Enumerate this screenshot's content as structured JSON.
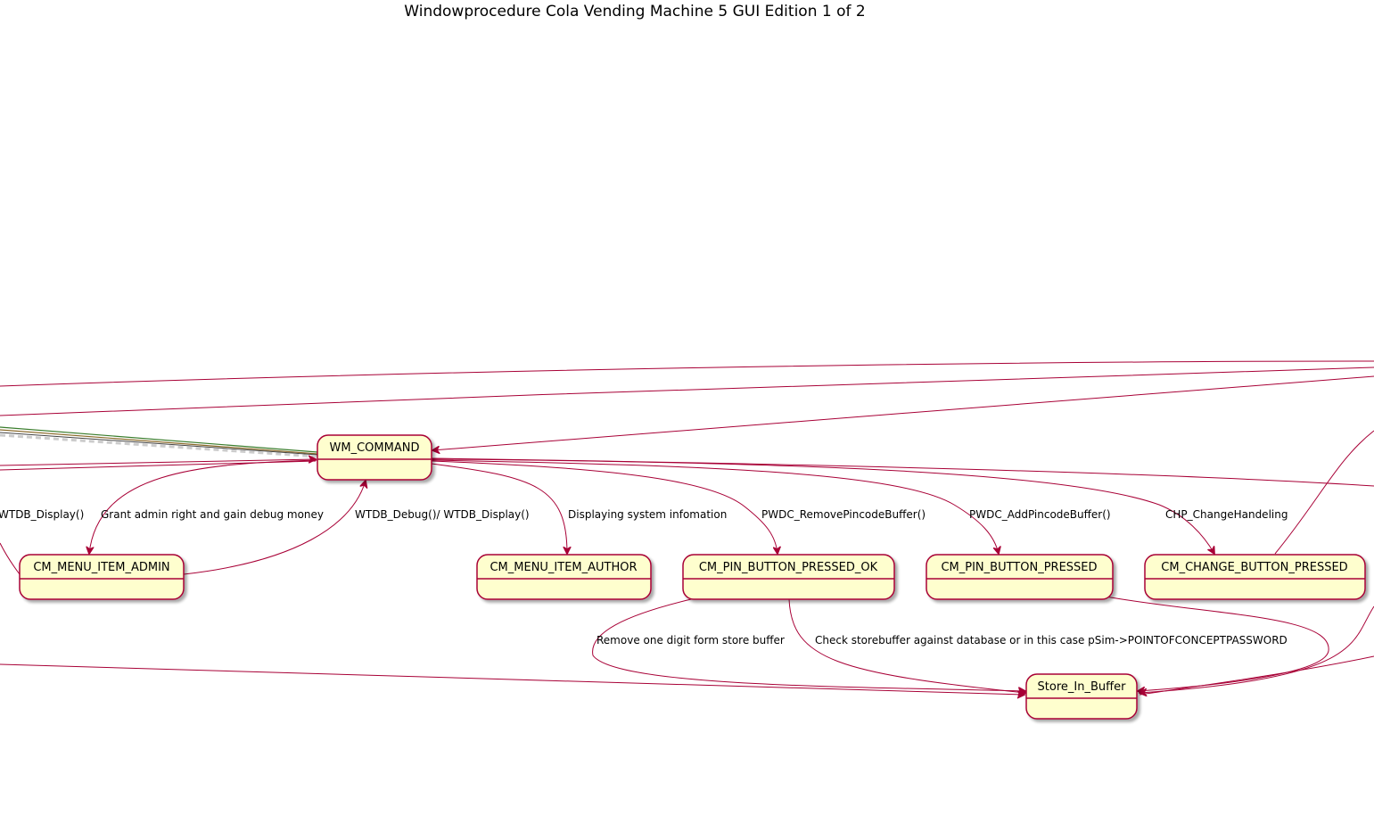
{
  "title": "Windowprocedure Cola Vending Machine 5 GUI Edition 1 of 2",
  "colors": {
    "state_fill": "#FEFECE",
    "state_border": "#A80036",
    "edge": "#A80036"
  },
  "states": {
    "wm_command": "WM_COMMAND",
    "cm_menu_item_admin": "CM_MENU_ITEM_ADMIN",
    "cm_menu_item_author": "CM_MENU_ITEM_AUTHOR",
    "cm_pin_button_pressed_ok": "CM_PIN_BUTTON_PRESSED_OK",
    "cm_pin_button_pressed": "CM_PIN_BUTTON_PRESSED",
    "cm_change_button_pressed": "CM_CHANGE_BUTTON_PRESSED",
    "store_in_buffer": "Store_In_Buffer"
  },
  "labels": {
    "wtdb_display": "WTDB_Display()",
    "grant_admin": "Grant admin right and gain debug money",
    "wtdb_debug_display": "WTDB_Debug()/ WTDB_Display()",
    "displaying_system": "Displaying system infomation",
    "remove_pincode": "PWDC_RemovePincodeBuffer()",
    "add_pincode": "PWDC_AddPincodeBuffer()",
    "change_handeling": "CHP_ChangeHandeling",
    "remove_one_digit": "Remove one digit form store buffer",
    "check_storebuffer": "Check storebuffer against database or in this case pSim->POINTOFCONCEPTPASSWORD"
  }
}
